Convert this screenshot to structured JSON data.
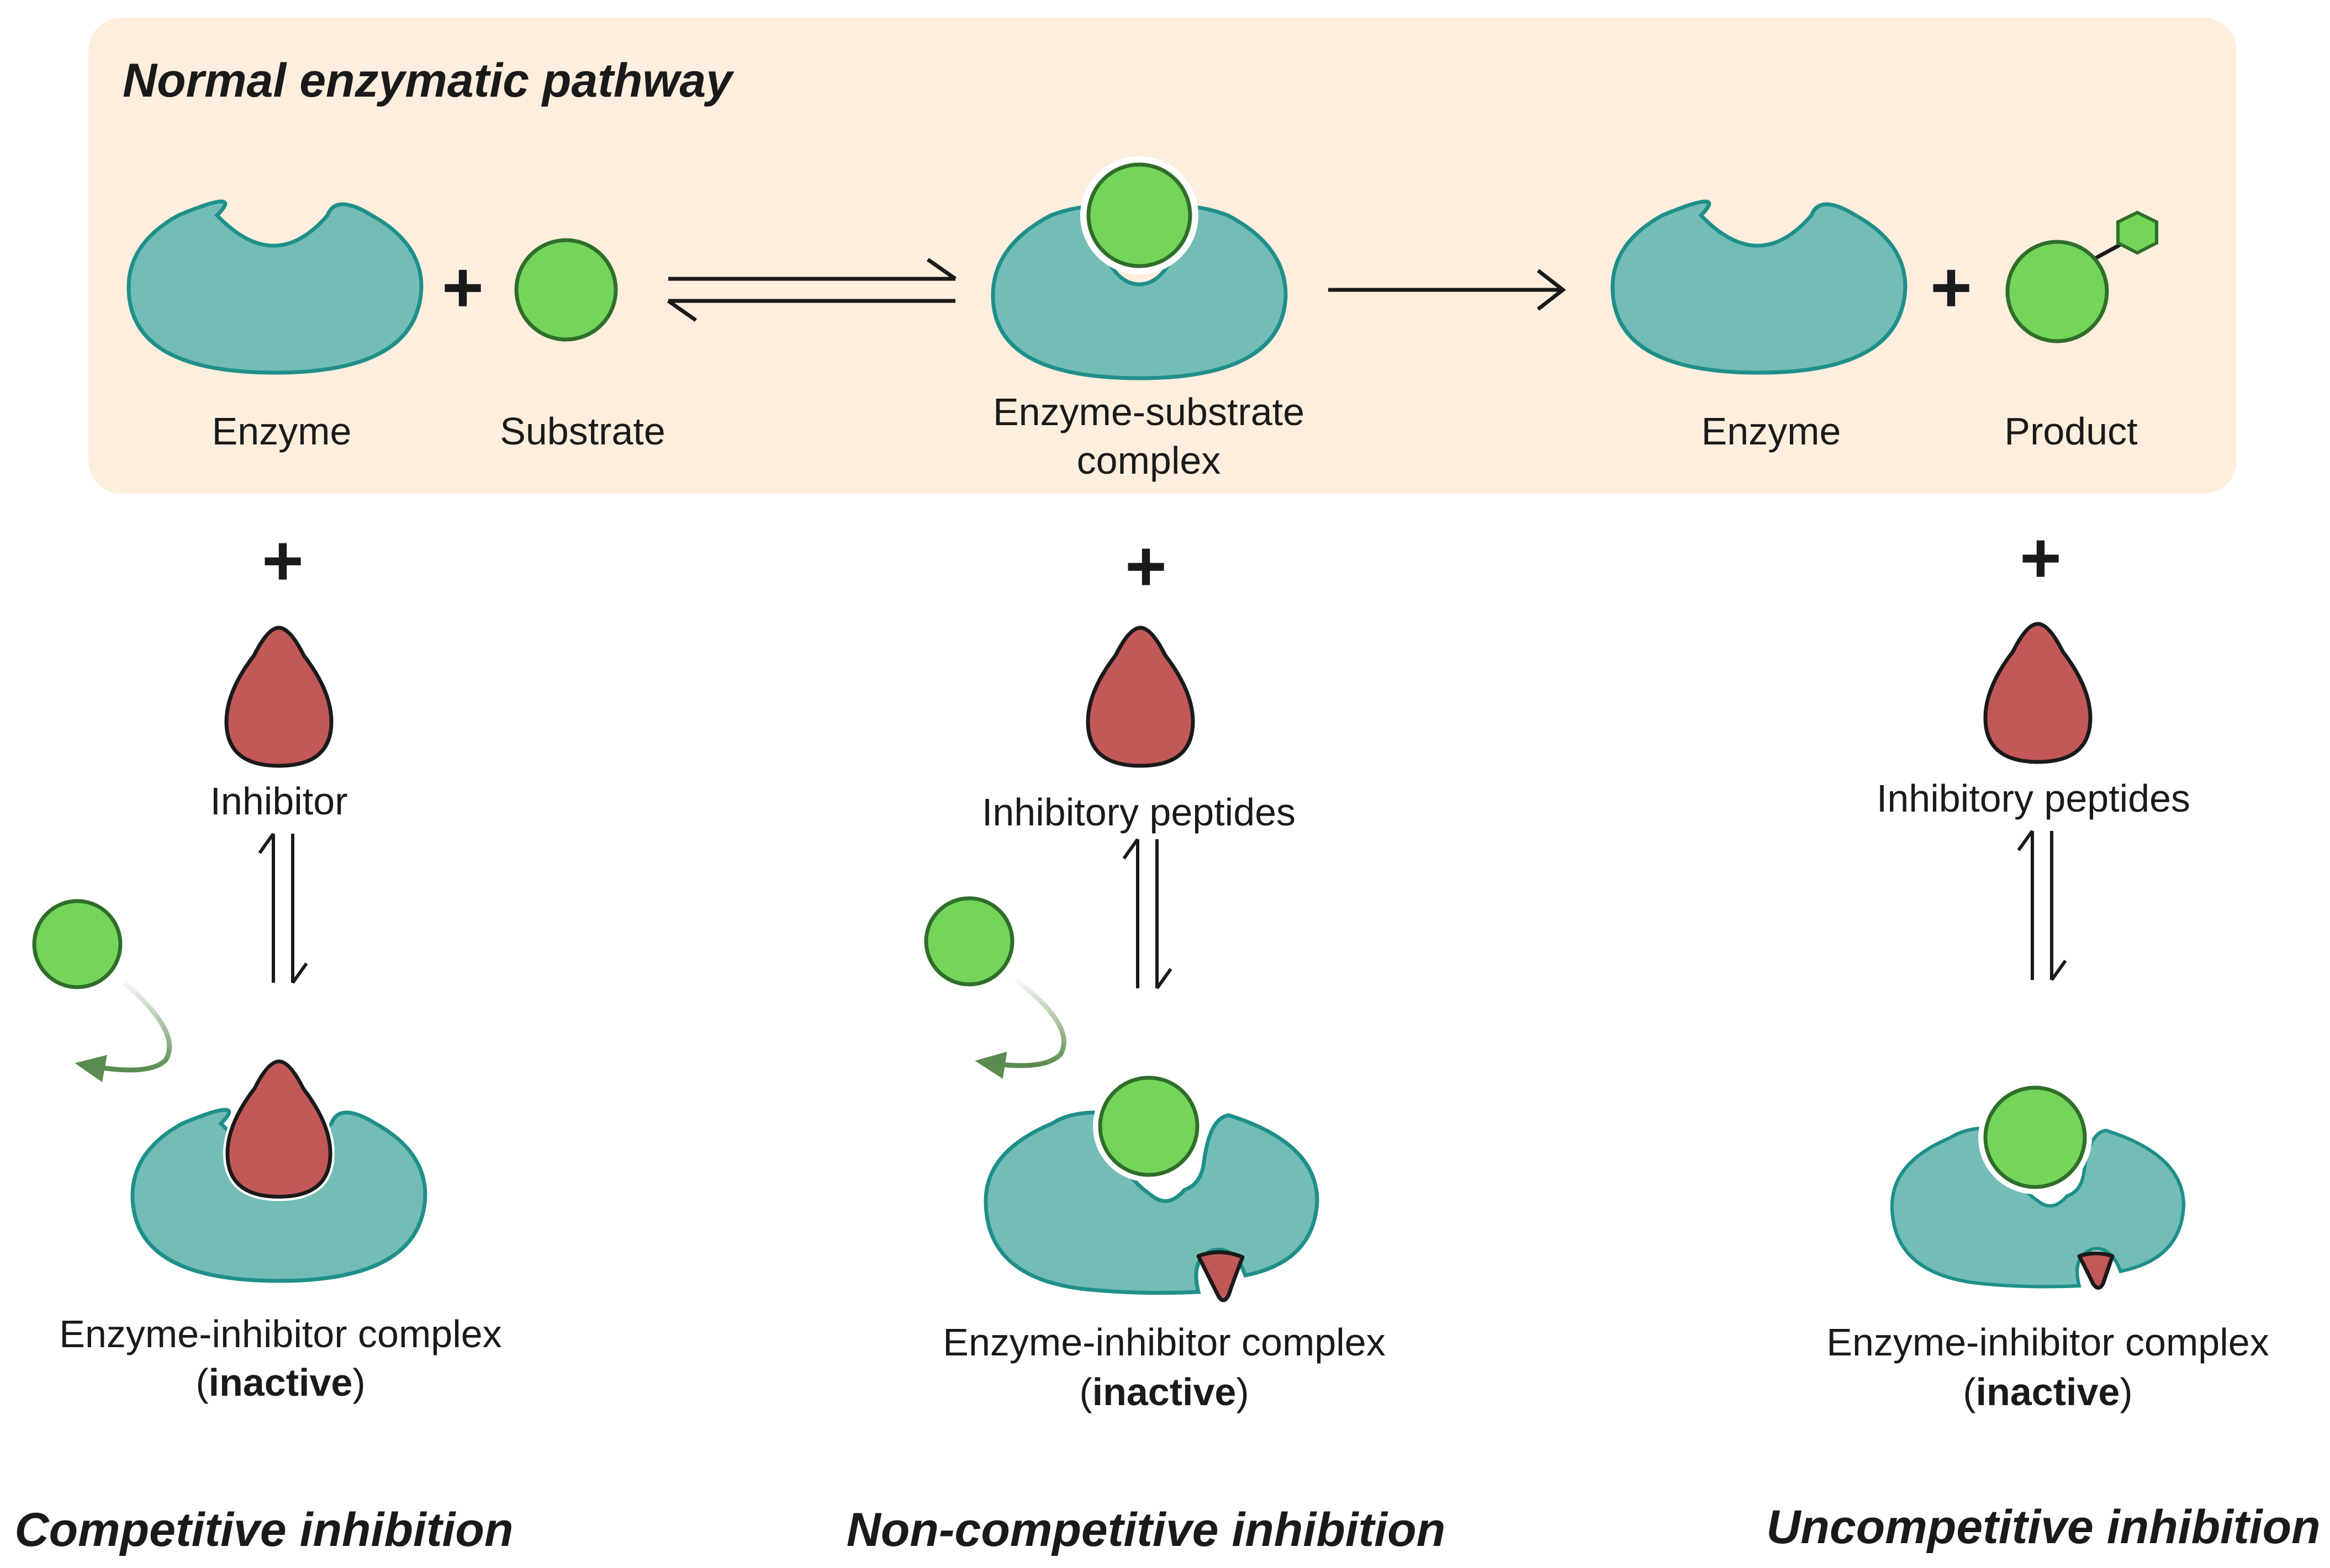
{
  "panel": {
    "title": "Normal enzymatic pathway",
    "labels": {
      "enzyme_1": "Enzyme",
      "substrate": "Substrate",
      "es_complex_line1": "Enzyme-substrate",
      "es_complex_line2": "complex",
      "enzyme_2": "Enzyme",
      "product": "Product"
    }
  },
  "plus_sign": "+",
  "columns": {
    "competitive": {
      "inhibitor_label": "Inhibitor",
      "complex_label": "Enzyme-inhibitor complex",
      "paren_open": "(",
      "inactive": "inactive",
      "paren_close": ")",
      "title": "Competitive inhibition"
    },
    "noncompetitive": {
      "inhibitor_label": "Inhibitory peptides",
      "complex_label": "Enzyme-inhibitor complex",
      "paren_open": "(",
      "inactive": "inactive",
      "paren_close": ")",
      "title": "Non-competitive inhibition"
    },
    "uncompetitive": {
      "inhibitor_label": "Inhibitory peptides",
      "complex_label": "Enzyme-inhibitor complex",
      "paren_open": "(",
      "inactive": "inactive",
      "paren_close": ")",
      "title": "Uncompetitive inhibition"
    }
  },
  "colors": {
    "panel_bg": "#fdeedd",
    "enzyme_fill": "#73bdb6",
    "enzyme_stroke": "#1f8f8a",
    "substrate_fill": "#74d55a",
    "substrate_stroke": "#2f6e2a",
    "inhibitor_fill": "#c25858",
    "inhibitor_stroke": "#1a1a1a",
    "release_arrow": "#5a8c4f"
  }
}
